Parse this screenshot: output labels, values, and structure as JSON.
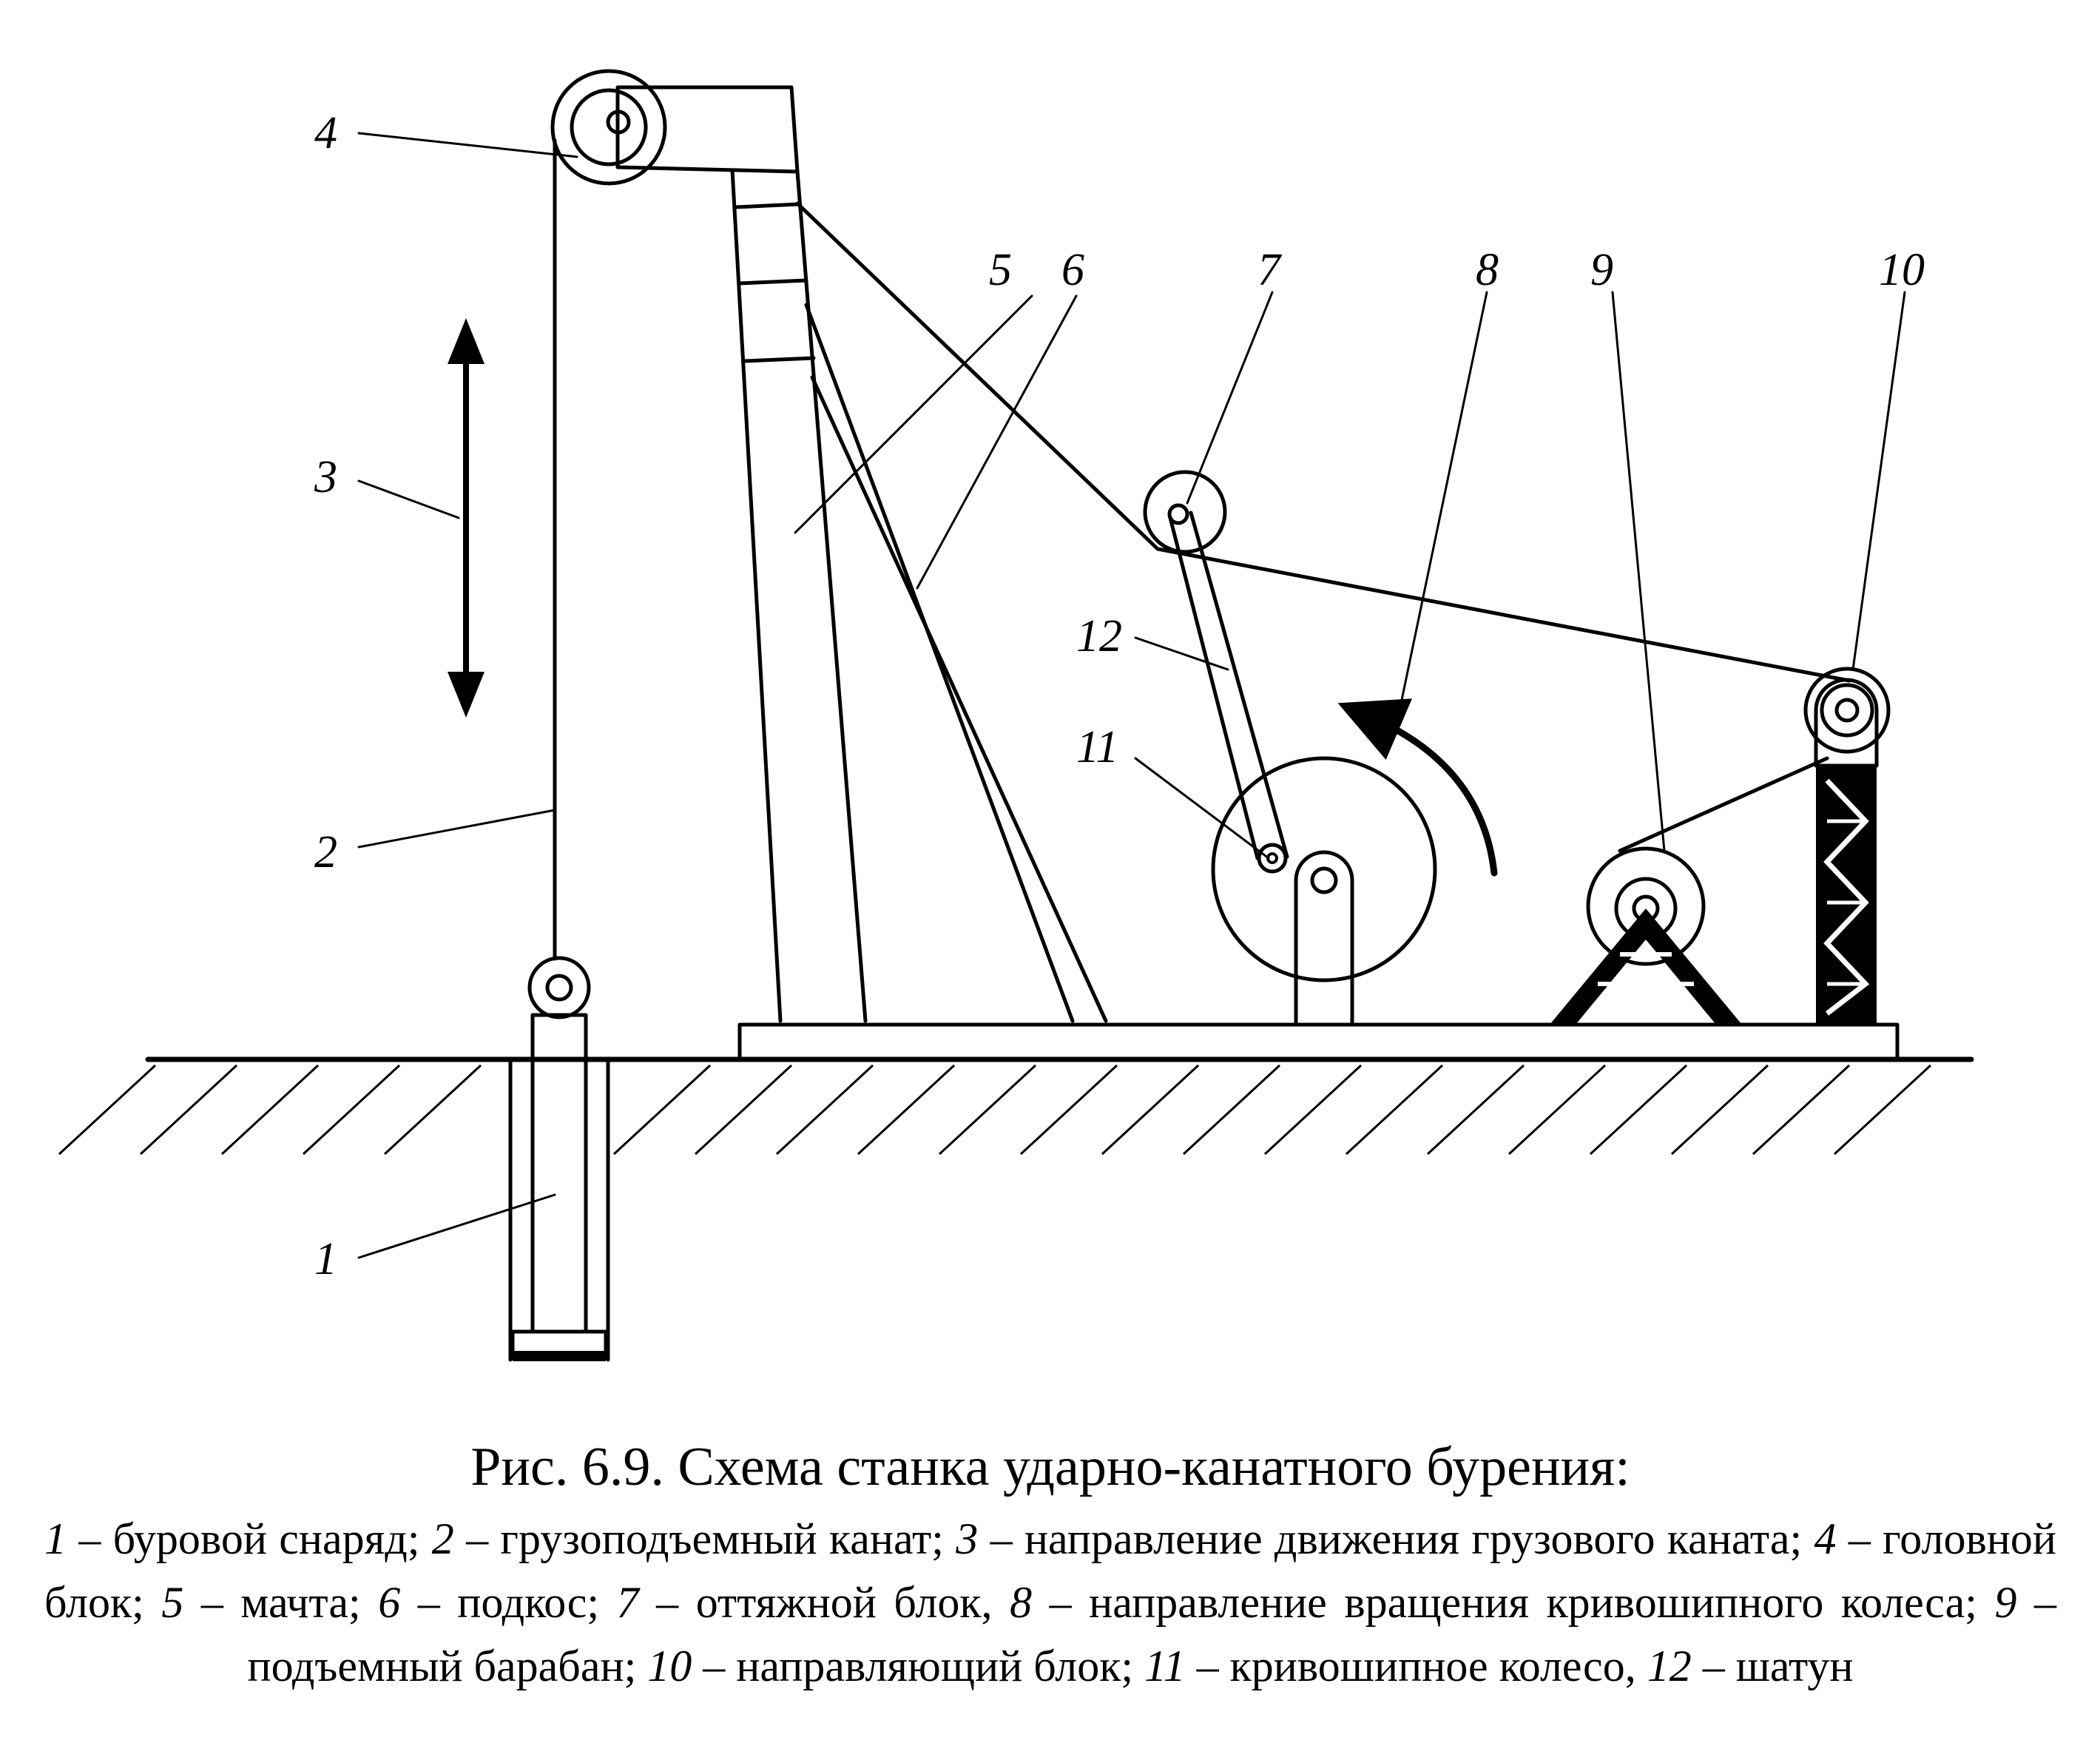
{
  "labels": {
    "l1": "1",
    "l2": "2",
    "l3": "3",
    "l4": "4",
    "l5": "5",
    "l6": "6",
    "l7": "7",
    "l8": "8",
    "l9": "9",
    "l10": "10",
    "l11": "11",
    "l12": "12"
  },
  "caption": {
    "title": "Рис. 6.9. Схема станка ударно-канатного бурения:",
    "legend": [
      {
        "num": "1",
        "text": " – буровой снаряд; "
      },
      {
        "num": "2",
        "text": " – грузоподъемный канат; "
      },
      {
        "num": "3",
        "text": " – направление движения грузового каната; "
      },
      {
        "num": "4",
        "text": " – головной блок; "
      },
      {
        "num": "5",
        "text": " – мачта; "
      },
      {
        "num": "6",
        "text": " – подкос; "
      },
      {
        "num": "7",
        "text": " – оттяжной блок, "
      },
      {
        "num": "8",
        "text": " – направление вращения кривошипного колеса; "
      },
      {
        "num": "9",
        "text": " – подъемный барабан; "
      },
      {
        "num": "10",
        "text": " – направляющий блок; "
      },
      {
        "num": "11",
        "text": " – кривошипное колесо, "
      },
      {
        "num": "12",
        "text": " – шатун"
      }
    ]
  }
}
